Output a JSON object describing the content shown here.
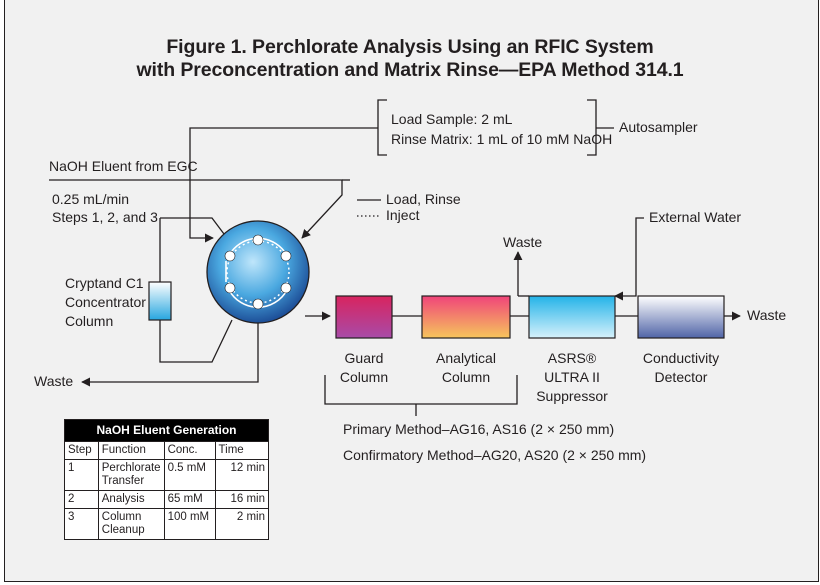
{
  "figure": {
    "title_line1": "Figure 1. Perchlorate Analysis Using an RFIC System",
    "title_line2": "with Preconcentration and Matrix Rinse—EPA Method 314.1"
  },
  "autosampler": {
    "load_sample": "Load Sample: 2 mL",
    "rinse_matrix": "Rinse Matrix: 1 mL of 10 mM NaOH",
    "label": "Autosampler"
  },
  "eluent_source": {
    "label": "NaOH Eluent from EGC",
    "flow": "0.25 mL/min",
    "steps": "Steps 1, 2, and 3"
  },
  "legend": {
    "solid_label": "Load, Rinse",
    "dotted_label": "Inject"
  },
  "concentrator": {
    "line1": "Cryptand C1",
    "line2": "Concentrator",
    "line3": "Column"
  },
  "waste_labels": {
    "left": "Waste",
    "top": "Waste",
    "right": "Waste"
  },
  "external_water": "External Water",
  "columns": {
    "guard": {
      "line1": "Guard",
      "line2": "Column"
    },
    "analytical": {
      "line1": "Analytical",
      "line2": "Column"
    },
    "suppressor": {
      "line1": "ASRS®",
      "line2": "ULTRA II",
      "line3": "Suppressor"
    },
    "detector": {
      "line1": "Conductivity",
      "line2": "Detector"
    }
  },
  "methods": {
    "primary": "Primary Method–AG16, AS16 (2 × 250 mm)",
    "confirmatory": "Confirmatory Method–AG20, AS20 (2 × 250 mm)"
  },
  "eluent_table": {
    "title": "NaOH Eluent Generation",
    "headers": [
      "Step",
      "Function",
      "Conc.",
      "Time"
    ],
    "rows": [
      [
        "1",
        "Perchlorate Transfer",
        "0.5 mM",
        "12 min"
      ],
      [
        "2",
        "Analysis",
        "65 mM",
        "16 min"
      ],
      [
        "3",
        "Column Cleanup",
        "100 mM",
        "2 min"
      ]
    ]
  },
  "colors": {
    "panel_bg": "#f1f1f1",
    "line": "#231f20",
    "valve_blue": "#2a6fb5",
    "guard_gradient": [
      "#d8245f",
      "#a84ba8"
    ],
    "analytical_gradient": [
      "#f0447a",
      "#f6c55c"
    ],
    "suppressor_gradient": [
      "#23b3e8",
      "#d6f1fb"
    ],
    "detector_gradient": [
      "#ffffff",
      "#5064a7"
    ],
    "concentrator_gradient": [
      "#ffffff",
      "#27a6df"
    ]
  }
}
